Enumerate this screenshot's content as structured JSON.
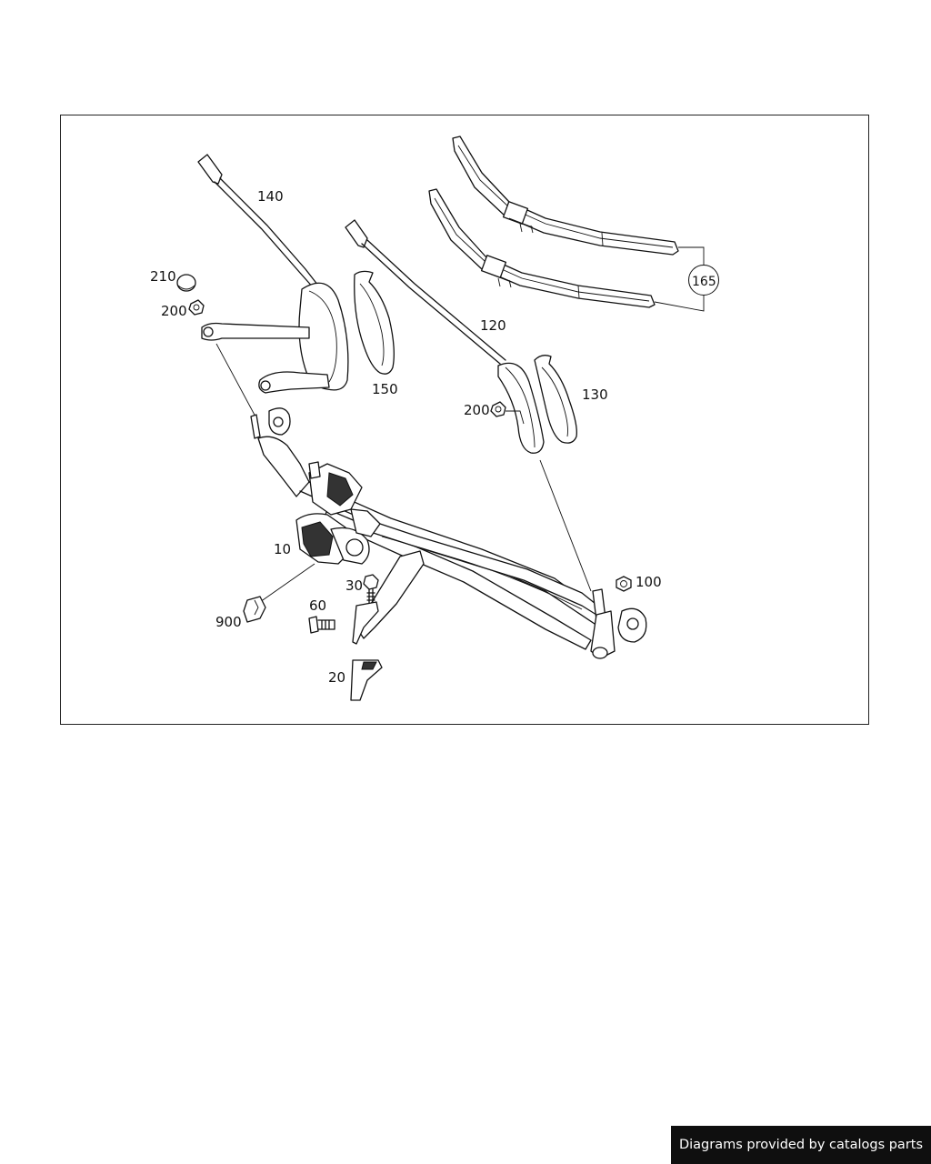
{
  "diagram": {
    "labels": {
      "p140": "140",
      "p210": "210",
      "p200a": "200",
      "p150": "150",
      "p120": "120",
      "p200b": "200",
      "p130": "130",
      "p165": "165",
      "p10": "10",
      "p30": "30",
      "p100": "100",
      "p60": "60",
      "p900": "900",
      "p20": "20"
    }
  },
  "footer": {
    "credit": "Diagrams provided by catalogs parts"
  }
}
